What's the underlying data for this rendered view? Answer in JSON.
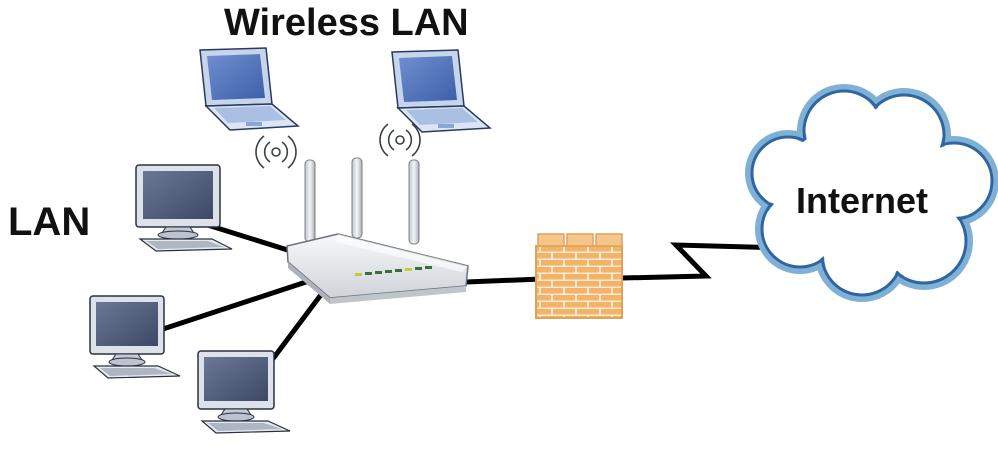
{
  "labels": {
    "wireless_lan": "Wireless LAN",
    "lan": "LAN",
    "internet": "Internet"
  },
  "colors": {
    "screen": "#4a5878",
    "monitor_frame": "#dde2ea",
    "laptop_screen": "#4f73b8",
    "laptop_frame": "#c6d5ec",
    "keyboard": "#a9c0e4",
    "router_body": "#eceef2",
    "cable": "#000000",
    "brick": "#f2b36b",
    "mortar": "#fde9cf",
    "cloud_fill": "#ffffff",
    "cloud_outline": "#6aa0c8",
    "cloud_inner": "#2f66a0"
  },
  "icons": [
    "laptop-icon",
    "desktop-icon",
    "wireless-router-icon",
    "firewall-icon",
    "cloud-icon",
    "wifi-signal-icon"
  ]
}
